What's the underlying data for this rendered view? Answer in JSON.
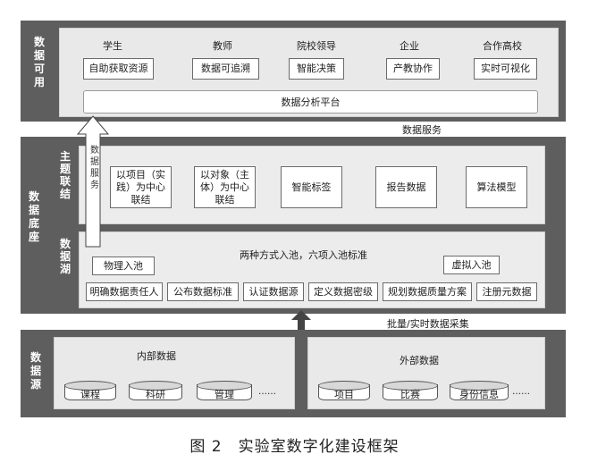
{
  "top_layer": {
    "label": "数据可用",
    "users": [
      {
        "role": "学生",
        "function": "自助获取资源"
      },
      {
        "role": "教师",
        "function": "数据可追溯"
      },
      {
        "role": "院校领导",
        "function": "智能决策"
      },
      {
        "role": "企业",
        "function": "产教协作"
      },
      {
        "role": "合作高校",
        "function": "实时可视化"
      }
    ],
    "platform": "数据分析平台",
    "service_label": "数据服务"
  },
  "middle_layer": {
    "label": "数据底座",
    "theme": {
      "label": "主题联结",
      "service_tag": "数据服务",
      "items": [
        "以项目（实践）为中心联结",
        "以对象（主体）为中心联结",
        "智能标签",
        "报告数据",
        "算法模型"
      ]
    },
    "lake": {
      "label": "数据湖",
      "heading": "两种方式入池，六项入池标准",
      "physical": "物理入池",
      "virtual": "虚拟入池",
      "standards": [
        "明确数据责任人",
        "公布数据标准",
        "认证数据源",
        "定义数据密级",
        "规划数据质量方案",
        "注册元数据"
      ]
    },
    "collect_label": "批量/实时数据采集"
  },
  "bottom_layer": {
    "label": "数据源",
    "internal": {
      "title": "内部数据",
      "items": [
        "课程",
        "科研",
        "管理"
      ],
      "ellipsis": "……"
    },
    "external": {
      "title": "外部数据",
      "items": [
        "项目",
        "比赛",
        "身份信息"
      ],
      "ellipsis": "……"
    }
  },
  "caption": "图 2　实验室数字化建设框架"
}
